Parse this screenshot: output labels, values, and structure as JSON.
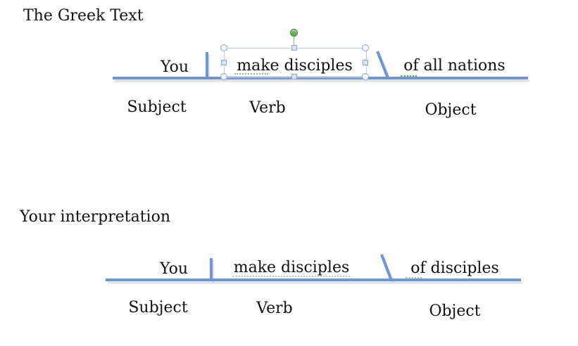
{
  "colors": {
    "line": "#7296CB",
    "line_shadow": "#bcc8e0",
    "selection_border": "#bccde9",
    "handle_border": "#8ba6ce",
    "handle_square_fill": "#dbe3f2",
    "handle_circle_fill": "#f2f5fb",
    "rotation_handle_fill": "#63ad57",
    "rotation_handle_border": "#3f7c3c",
    "spellcheck_green": "#57a857",
    "spellcheck_gray": "#b9c3cf",
    "text": "#111111"
  },
  "greek_section": {
    "title": "The Greek Text",
    "diagram": {
      "subject": "You",
      "verb": "make disciples",
      "object": "of all nations",
      "subject_label": "Subject",
      "verb_label": "Verb",
      "object_label": "Object"
    },
    "selection": {
      "selected_text": "make disciples",
      "state": "selected"
    }
  },
  "interpretation_section": {
    "title": "Your interpretation",
    "diagram": {
      "subject": "You",
      "verb": "make disciples",
      "object": "of disciples",
      "subject_label": "Subject",
      "verb_label": "Verb",
      "object_label": "Object"
    }
  }
}
